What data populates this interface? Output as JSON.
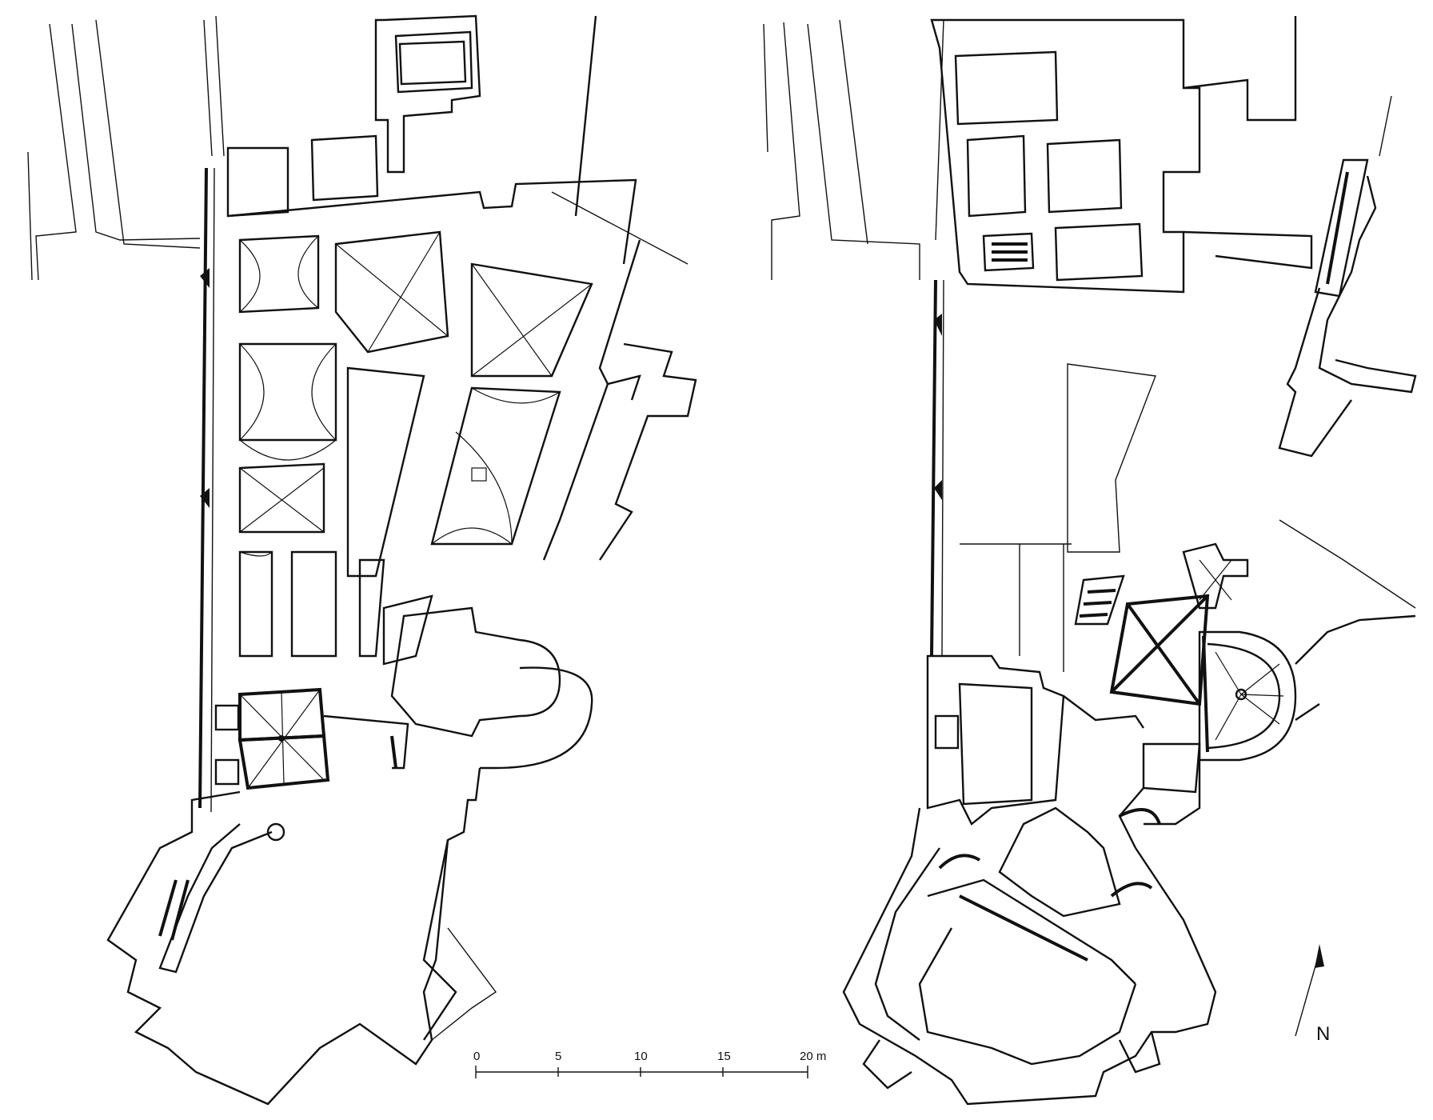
{
  "scale_bar": {
    "ticks": [
      "0",
      "5",
      "10",
      "15",
      "20 m"
    ]
  },
  "north_arrow": {
    "label": "N"
  },
  "colors": {
    "ink": "#111111",
    "paper": "#ffffff"
  },
  "plans": [
    {
      "id": "left-floor-plan"
    },
    {
      "id": "right-floor-plan"
    }
  ]
}
